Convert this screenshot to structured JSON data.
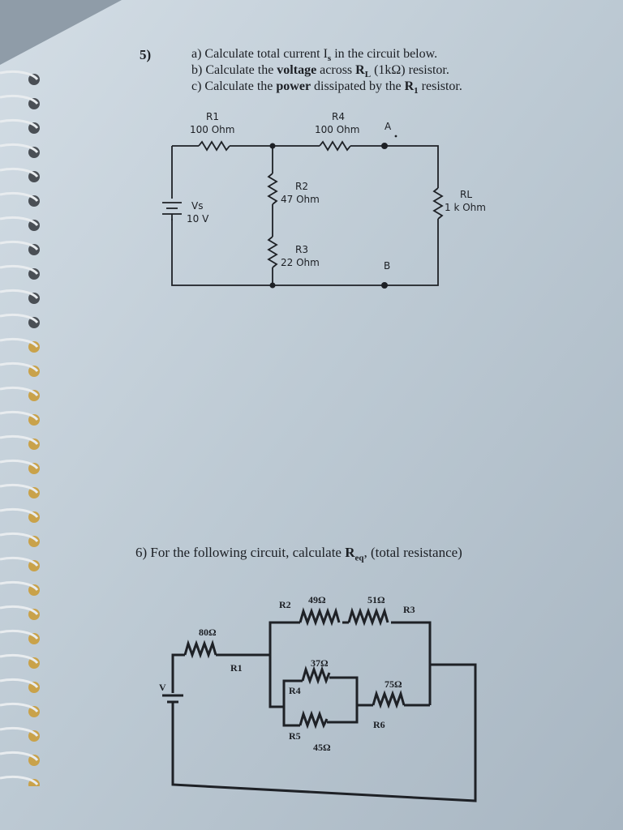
{
  "problem5": {
    "number": "5)",
    "part_a": "a) Calculate total current I",
    "part_a_sub": "s",
    "part_a_end": " in the circuit below.",
    "part_b_pre": "b) Calculate the ",
    "part_b_bold": "voltage",
    "part_b_mid": " across ",
    "part_b_r": "R",
    "part_b_rsub": "L",
    "part_b_end": " (1kΩ) resistor.",
    "part_c_pre": "c) Calculate the ",
    "part_c_bold": "power",
    "part_c_mid": " dissipated by the ",
    "part_c_r": "R",
    "part_c_rsub": "1",
    "part_c_end": " resistor.",
    "circuit": {
      "r1_name": "R1",
      "r1_value": "100 Ohm",
      "r4_name": "R4",
      "r4_value": "100 Ohm",
      "r2_name": "R2",
      "r2_value": "47 Ohm",
      "r3_name": "R3",
      "r3_value": "22 Ohm",
      "rl_name": "RL",
      "rl_value": "1 k Ohm",
      "vs_name": "Vs",
      "vs_value": "10 V",
      "node_a": "A",
      "node_b": "B"
    }
  },
  "problem6": {
    "text_pre": "6) For the following circuit, calculate ",
    "req": "R",
    "req_sub": "eq",
    "text_end": ", (total resistance)",
    "circuit": {
      "r1_label": "R1",
      "r1_value": "80Ω",
      "r2_label": "R2",
      "r2_value": "49Ω",
      "r3_label": "R3",
      "r3_value": "51Ω",
      "r4_label": "R4",
      "r4_value": "37Ω",
      "r5_label": "R5",
      "r5_value": "45Ω",
      "r6_label": "R6",
      "r6_value": "75Ω",
      "source_label": "V"
    }
  }
}
